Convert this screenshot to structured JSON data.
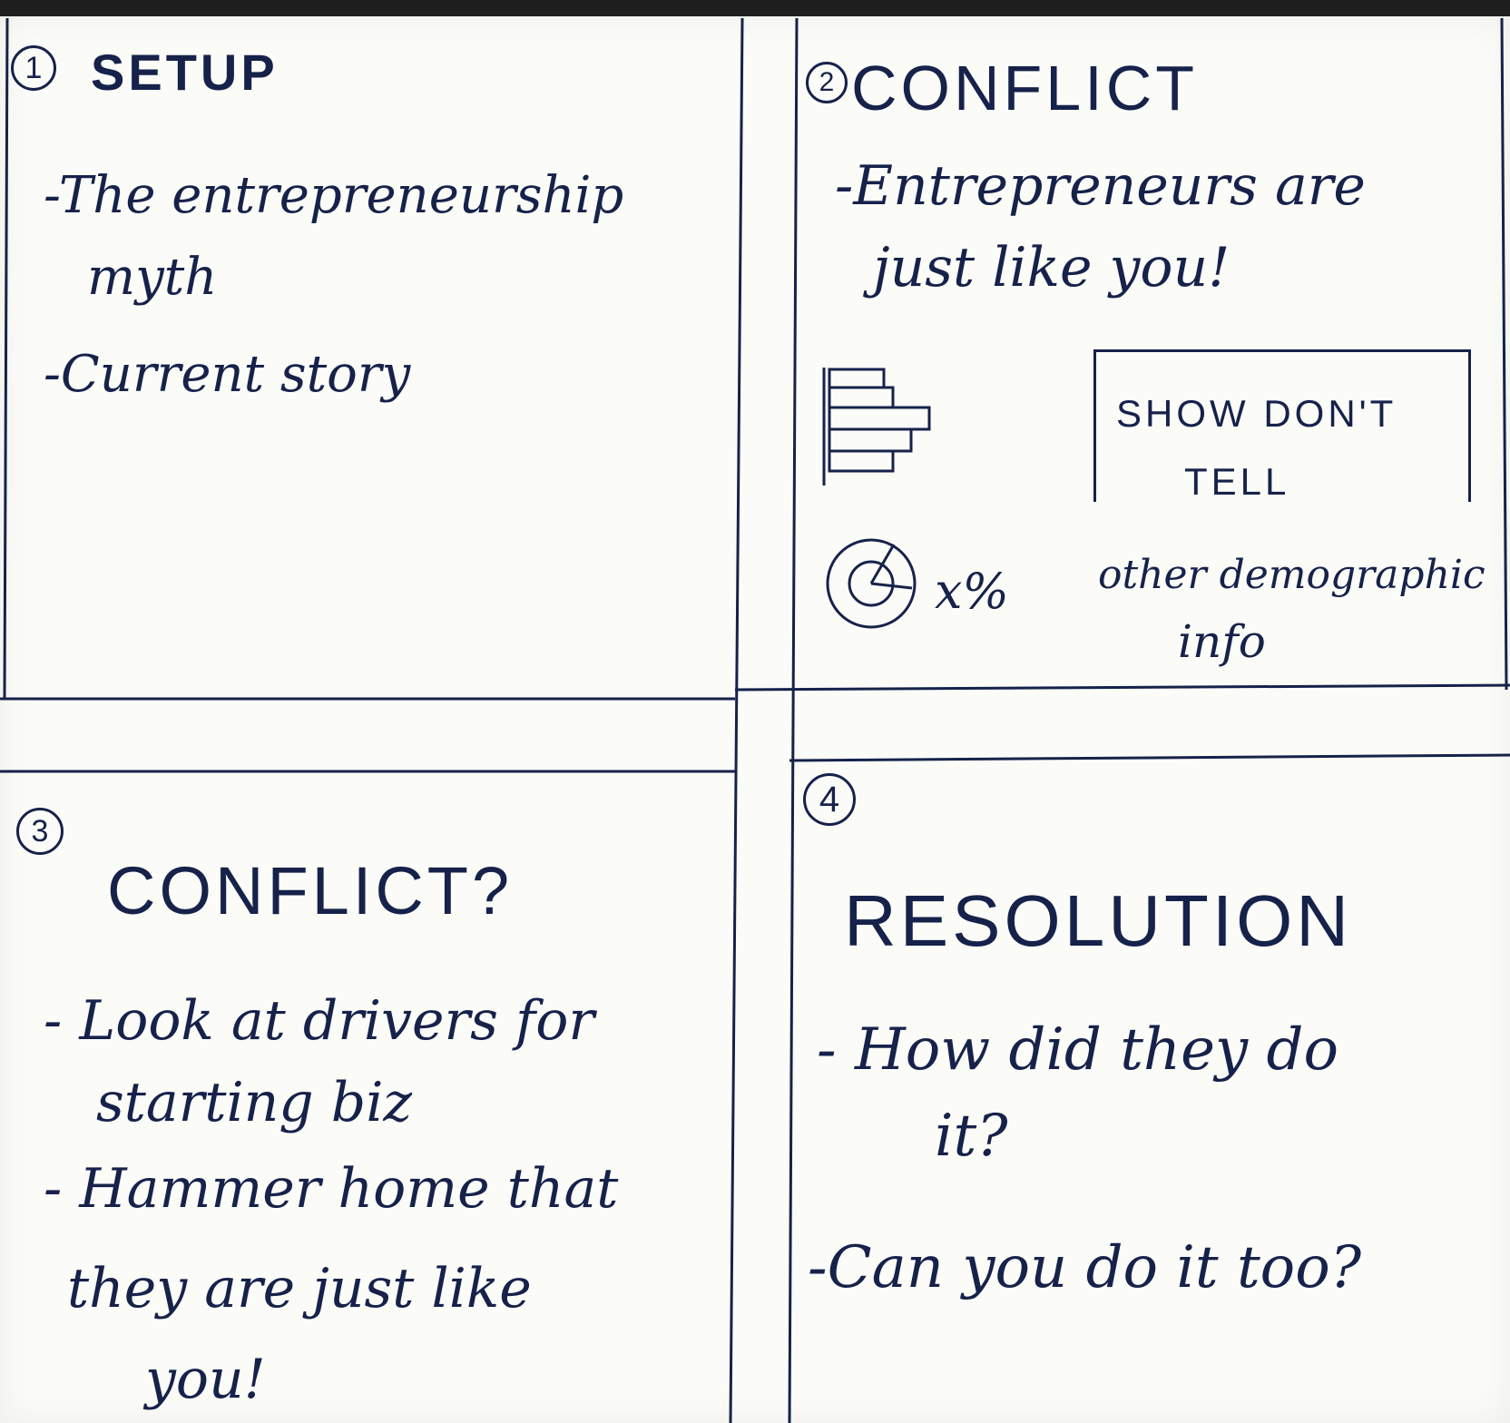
{
  "panels": [
    {
      "number": "1",
      "heading": "SETUP",
      "items": [
        "-The entrepreneurship",
        "myth",
        "-Current story"
      ]
    },
    {
      "number": "2",
      "heading": "CONFLICT",
      "items": [
        "-Entrepreneurs are",
        "just like you!"
      ],
      "callout": [
        "SHOW DON'T",
        "TELL"
      ],
      "stat": "x%",
      "note": [
        "other demographic",
        "info"
      ]
    },
    {
      "number": "3",
      "heading": "CONFLICT?",
      "items": [
        "- Look at drivers for",
        "starting biz",
        "- Hammer home that",
        "they are just like",
        "you!"
      ]
    },
    {
      "number": "4",
      "heading": "RESOLUTION",
      "items": [
        "- How did they do",
        "it?",
        "-Can you do it too?"
      ]
    }
  ],
  "ink_color": "#16224a",
  "paper_color": "#fbfbf8"
}
